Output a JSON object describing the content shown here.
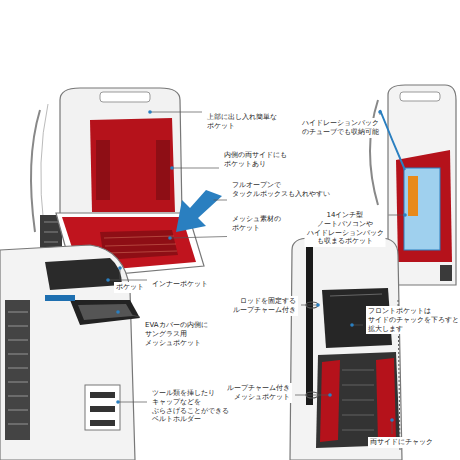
{
  "diagram": {
    "labels": [
      "上部に出し入れ簡単な ポケット",
      "内側の両サイドにも ポケットあり",
      "フルオープンで タックルボックスも入れやすい",
      "メッシュ素材の ポケット",
      "ポケット",
      "ハイドレーションパック のチューブでも収納可能",
      "14インチ型 ノートパソコンや ハイドレーションパック も収まるポケット",
      "インナーポケット",
      "EVAカバーの内側に サングラス用 メッシュポケット",
      "ツール類を挿したり キャップなどを ぶらさげることができる ベルトホルダー",
      "ロッドを固定する ループチャーム付き",
      "フロントポケットは サイドのチャックを下ろすと 拡大します",
      "ループチャーム付き メッシュポケット",
      "両サイドにチャック"
    ]
  }
}
